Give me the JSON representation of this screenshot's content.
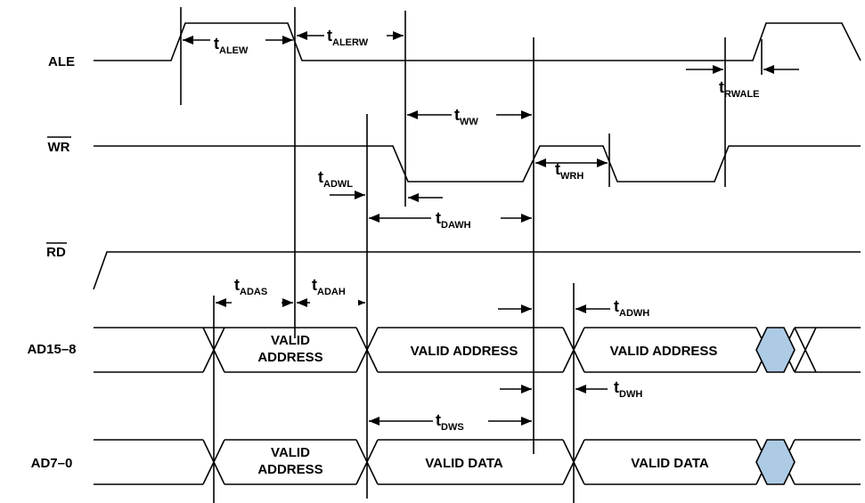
{
  "signals": {
    "ale": "ALE",
    "wr": "WR",
    "rd": "RD",
    "ad_high": "AD15–8",
    "ad_low": "AD7–0"
  },
  "bus_labels": {
    "valid": "VALID",
    "address": "ADDRESS",
    "valid_address": "VALID ADDRESS",
    "valid_data": "VALID DATA"
  },
  "timing_labels": {
    "t_alew": {
      "main": "t",
      "sub": "ALEW"
    },
    "t_alerw": {
      "main": "t",
      "sub": "ALERW"
    },
    "t_rwale": {
      "main": "t",
      "sub": "RWALE"
    },
    "t_ww": {
      "main": "t",
      "sub": "WW"
    },
    "t_adwl": {
      "main": "t",
      "sub": "ADWL"
    },
    "t_wrh": {
      "main": "t",
      "sub": "WRH"
    },
    "t_dawh": {
      "main": "t",
      "sub": "DAWH"
    },
    "t_adas": {
      "main": "t",
      "sub": "ADAS"
    },
    "t_adah": {
      "main": "t",
      "sub": "ADAH"
    },
    "t_adwh": {
      "main": "t",
      "sub": "ADWH"
    },
    "t_dwh": {
      "main": "t",
      "sub": "DWH"
    },
    "t_dws": {
      "main": "t",
      "sub": "DWS"
    }
  },
  "colors": {
    "line": "#000000",
    "bus_fill": "#aecbe6"
  }
}
